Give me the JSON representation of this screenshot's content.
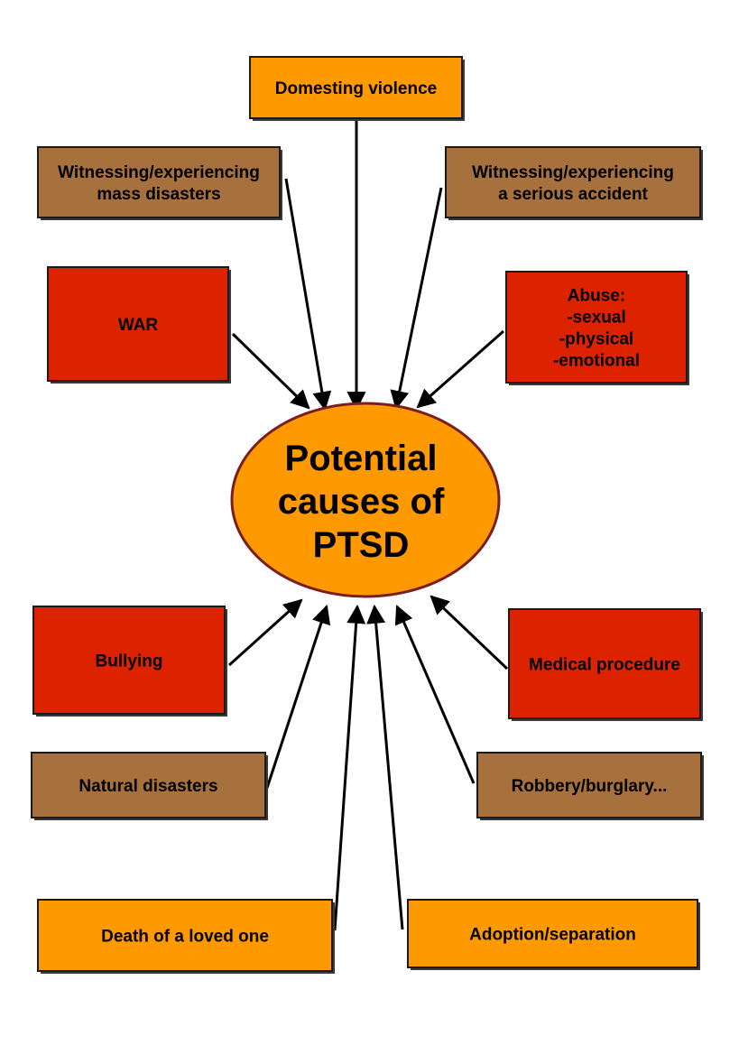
{
  "colors": {
    "orange": "#ff9900",
    "brown": "#a6713c",
    "red": "#dd2200",
    "center_fill": "#ff9900",
    "center_border": "#7a1f1f",
    "arrow": "#000000"
  },
  "center": {
    "lines": [
      "Potential",
      "causes of",
      "PTSD"
    ]
  },
  "causes": [
    {
      "id": "domesting-violence",
      "lines": [
        "Domesting violence"
      ],
      "color": "orange"
    },
    {
      "id": "mass-disasters",
      "lines": [
        "Witnessing/experiencing",
        "mass disasters"
      ],
      "color": "brown"
    },
    {
      "id": "serious-accident",
      "lines": [
        "Witnessing/experiencing",
        "a serious accident"
      ],
      "color": "brown"
    },
    {
      "id": "war",
      "lines": [
        "WAR"
      ],
      "color": "red"
    },
    {
      "id": "abuse",
      "lines": [
        "Abuse:",
        "-sexual",
        "-physical",
        "-emotional"
      ],
      "color": "red"
    },
    {
      "id": "bullying",
      "lines": [
        "Bullying"
      ],
      "color": "red"
    },
    {
      "id": "medical-procedure",
      "lines": [
        "Medical procedure"
      ],
      "color": "red"
    },
    {
      "id": "natural-disasters",
      "lines": [
        "Natural disasters"
      ],
      "color": "brown"
    },
    {
      "id": "robbery-burglary",
      "lines": [
        "Robbery/burglary..."
      ],
      "color": "brown"
    },
    {
      "id": "death-of-loved-one",
      "lines": [
        "Death of a loved one"
      ],
      "color": "orange"
    },
    {
      "id": "adoption-separation",
      "lines": [
        "Adoption/separation"
      ],
      "color": "orange"
    }
  ]
}
